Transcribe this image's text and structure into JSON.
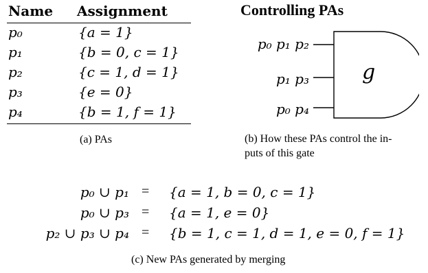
{
  "table": {
    "header_name": "Name",
    "header_assignment": "Assignment",
    "rows": [
      {
        "name": "p₀",
        "assignment": "{a = 1}"
      },
      {
        "name": "p₁",
        "assignment": "{b = 0, c = 1}"
      },
      {
        "name": "p₂",
        "assignment": "{c = 1, d = 1}"
      },
      {
        "name": "p₃",
        "assignment": "{e = 0}"
      },
      {
        "name": "p₄",
        "assignment": "{b = 1, f = 1}"
      }
    ],
    "caption": "(a) PAs"
  },
  "gate": {
    "title": "Controlling PAs",
    "inputs": [
      "p₀ p₁ p₂",
      "p₁ p₃",
      "p₀ p₄"
    ],
    "symbol": "g",
    "caption_line1": "(b) How these PAs control the in-",
    "caption_line2": "puts of this gate"
  },
  "merges": {
    "rows": [
      {
        "lhs": "p₀ ∪ p₁",
        "eq": "=",
        "rhs": "{a = 1, b = 0, c = 1}"
      },
      {
        "lhs": "p₀ ∪ p₃",
        "eq": "=",
        "rhs": "{a = 1, e = 0}"
      },
      {
        "lhs": "p₂ ∪ p₃ ∪ p₄",
        "eq": "=",
        "rhs": "{b = 1, c = 1, d = 1, e = 0, f = 1}"
      }
    ],
    "caption": "(c) New PAs generated by merging"
  }
}
